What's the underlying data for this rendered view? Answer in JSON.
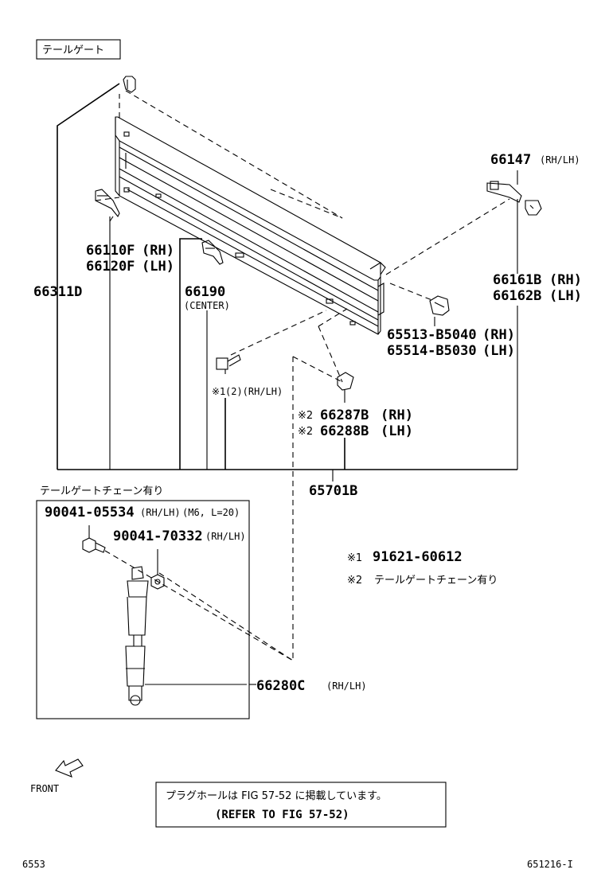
{
  "header": {
    "section_title": "テールゲート"
  },
  "parts": {
    "hook_rh_lh": {
      "number": "66147",
      "side": "(RH/LH)"
    },
    "bracket_r": {
      "number": "66110F",
      "side": "(RH)"
    },
    "bracket_l": {
      "number": "66120F",
      "side": "(LH)"
    },
    "tailgate_panel": {
      "number": "66311D"
    },
    "center_brkt": {
      "number": "66190",
      "side": "(CENTER)"
    },
    "hinge_r": {
      "number": "66161B",
      "side": "(RH)"
    },
    "hinge_l": {
      "number": "66162B",
      "side": "(LH)"
    },
    "plug_r": {
      "number": "65513-B5040",
      "side": "(RH)"
    },
    "plug_l": {
      "number": "65514-B5030",
      "side": "(LH)"
    },
    "bolt_note": {
      "mark": "※1",
      "text": "(2)(RH/LH)"
    },
    "striker_r": {
      "mark": "※2",
      "number": "66287B",
      "side": "(RH)"
    },
    "striker_l": {
      "mark": "※2",
      "number": "66288B",
      "side": "(LH)"
    },
    "assembly": {
      "number": "65701B"
    }
  },
  "chain_box": {
    "title": "テールゲートチェーン有り",
    "bolt": {
      "number": "90041-05534",
      "side": "(RH/LH)",
      "spec": "(M6, L=20)"
    },
    "nut": {
      "number": "90041-70332",
      "side": "(RH/LH)"
    },
    "stay": {
      "number": "66280C",
      "side": "(RH/LH)"
    }
  },
  "legend": {
    "note1": {
      "mark": "※1",
      "text": "91621-60612"
    },
    "note2": {
      "mark": "※2",
      "text": "テールゲートチェーン有り"
    }
  },
  "front_label": "FRONT",
  "reference_box": {
    "line1": "プラグホールは FIG 57-52 に掲載しています。",
    "line2": "(REFER TO FIG 57-52)"
  },
  "footer": {
    "left_code": "6553",
    "right_code": "651216-I"
  }
}
